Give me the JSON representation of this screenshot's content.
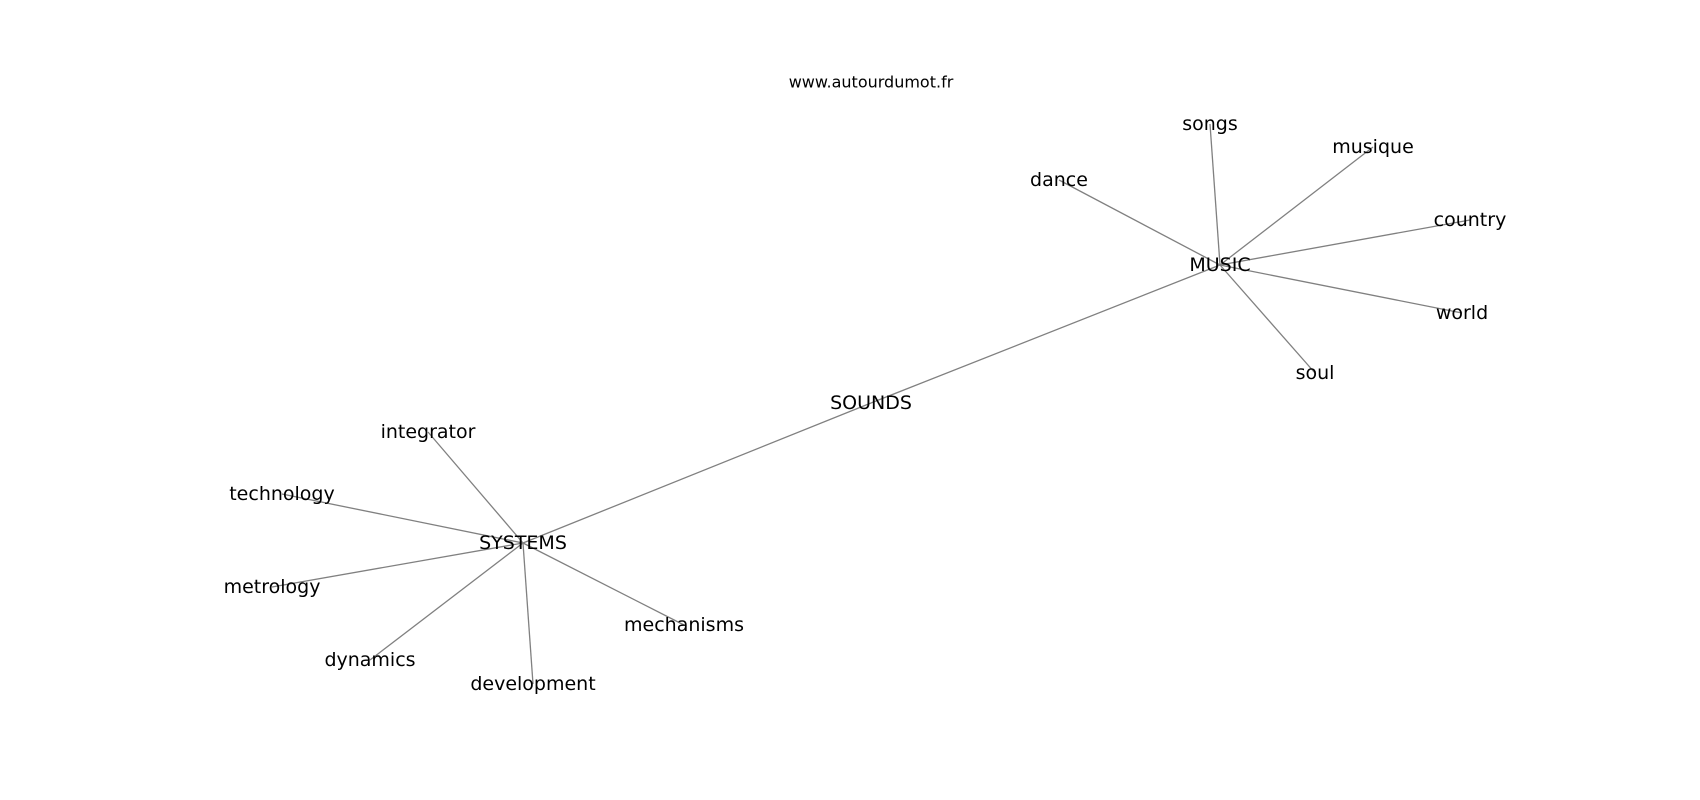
{
  "site": "www.autourdumot.fr",
  "nodes": [
    {
      "id": "sounds",
      "label": "SOUNDS"
    },
    {
      "id": "music",
      "label": "MUSIC"
    },
    {
      "id": "systems",
      "label": "SYSTEMS"
    },
    {
      "id": "songs",
      "label": "songs"
    },
    {
      "id": "musique",
      "label": "musique"
    },
    {
      "id": "dance",
      "label": "dance"
    },
    {
      "id": "country",
      "label": "country"
    },
    {
      "id": "world",
      "label": "world"
    },
    {
      "id": "soul",
      "label": "soul"
    },
    {
      "id": "integrator",
      "label": "integrator"
    },
    {
      "id": "technology",
      "label": "technology"
    },
    {
      "id": "metrology",
      "label": "metrology"
    },
    {
      "id": "dynamics",
      "label": "dynamics"
    },
    {
      "id": "development",
      "label": "development"
    },
    {
      "id": "mechanisms",
      "label": "mechanisms"
    }
  ],
  "edges": [
    [
      "sounds",
      "music"
    ],
    [
      "sounds",
      "systems"
    ],
    [
      "music",
      "songs"
    ],
    [
      "music",
      "musique"
    ],
    [
      "music",
      "dance"
    ],
    [
      "music",
      "country"
    ],
    [
      "music",
      "world"
    ],
    [
      "music",
      "soul"
    ],
    [
      "systems",
      "integrator"
    ],
    [
      "systems",
      "technology"
    ],
    [
      "systems",
      "metrology"
    ],
    [
      "systems",
      "dynamics"
    ],
    [
      "systems",
      "development"
    ],
    [
      "systems",
      "mechanisms"
    ]
  ]
}
